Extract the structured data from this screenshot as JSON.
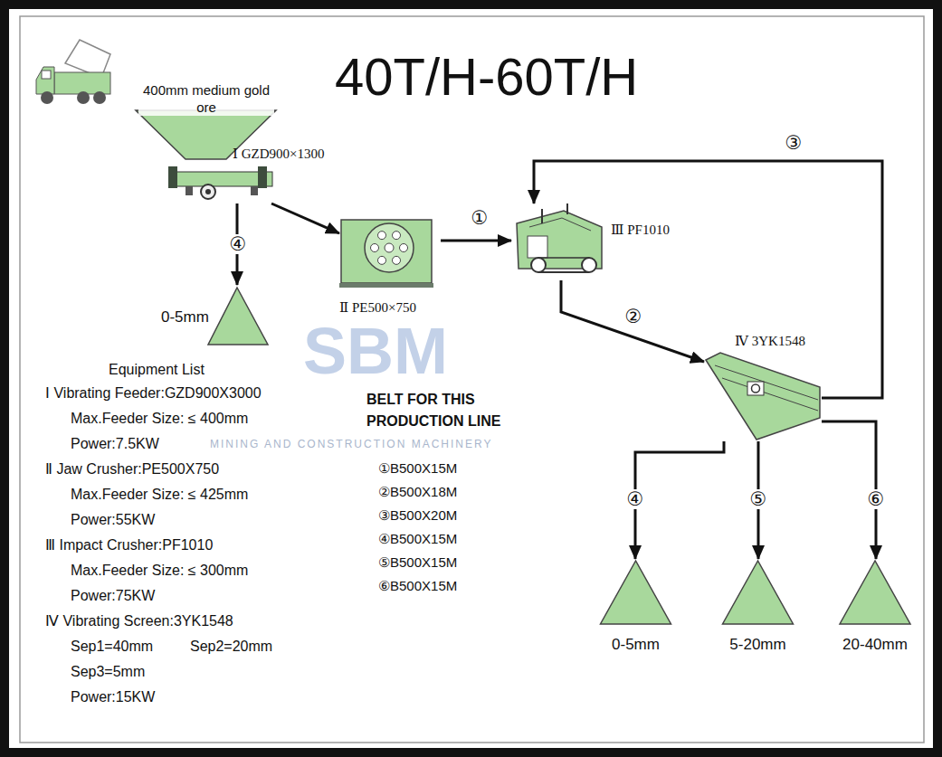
{
  "diagram": {
    "title": "40T/H-60T/H",
    "nodes": [
      {
        "text": [
          "400mm medium gold ore"
        ]
      },
      {
        "text": [
          "Ⅰ GZD900×1300"
        ]
      },
      {
        "text": [
          "Ⅱ PE500×750"
        ]
      },
      {
        "text": [
          "Ⅲ PF1010"
        ]
      },
      {
        "text": [
          "Ⅳ 3YK1548"
        ]
      },
      {
        "text": [
          "0-5mm"
        ]
      },
      {
        "text": [
          "0-5mm"
        ]
      },
      {
        "text": [
          "5-20mm"
        ]
      },
      {
        "text": [
          "20-40mm"
        ]
      }
    ],
    "edges": [
      {
        "from": 1,
        "to": 2,
        "arrow": "to"
      },
      {
        "from": 1,
        "to": 5,
        "label": "④",
        "arrow": "to"
      },
      {
        "from": 2,
        "to": 3,
        "label": "①",
        "arrow": "to"
      },
      {
        "from": 3,
        "to": 4,
        "label": "②",
        "arrow": "to"
      },
      {
        "from": 4,
        "to": 3,
        "label": "③",
        "arrow": "to"
      },
      {
        "from": 4,
        "to": 6,
        "label": "④",
        "arrow": "to"
      },
      {
        "from": 4,
        "to": 7,
        "label": "⑤",
        "arrow": "to"
      },
      {
        "from": 4,
        "to": 8,
        "label": "⑥",
        "arrow": "to"
      }
    ],
    "labels": [
      "SBM",
      "MINING AND CONSTRUCTION MACHINERY",
      "Equipment List",
      "Ⅰ Vibrating Feeder:GZD900X3000",
      "Max.Feeder Size: ≤ 400mm",
      "Power:7.5KW",
      "Ⅱ Jaw Crusher:PE500X750",
      "Max.Feeder Size: ≤ 425mm",
      "Power:55KW",
      "Ⅲ Impact Crusher:PF1010",
      "Max.Feeder Size: ≤ 300mm",
      "Power:75KW",
      "Ⅳ Vibrating Screen:3YK1548",
      "Sep1=40mm",
      "Sep2=20mm",
      "Sep3=5mm",
      "Power:15KW",
      "BELT FOR THIS PRODUCTION LINE",
      "①B500X15M",
      "②B500X18M",
      "③B500X20M",
      "④B500X15M",
      "⑤B500X15M",
      "⑥B500X15M"
    ]
  }
}
